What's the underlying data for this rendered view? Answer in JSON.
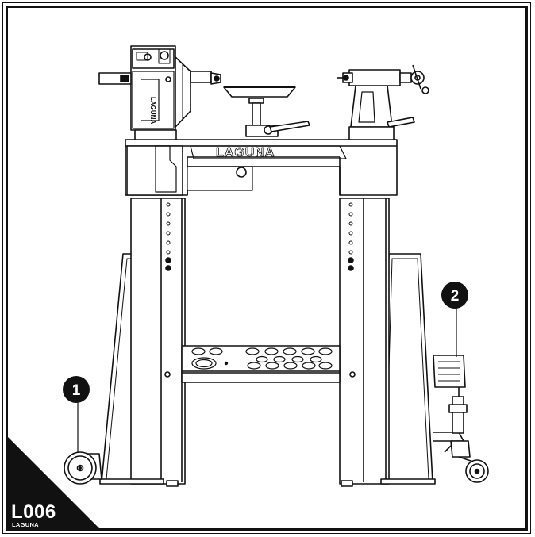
{
  "machine": {
    "brand_plate": "LAGUNA",
    "headstock_brand": "LAGUNA"
  },
  "callouts": [
    {
      "number": "1"
    },
    {
      "number": "2"
    }
  ],
  "corner_label": {
    "code": "L006",
    "brand": "LAGUNA"
  },
  "colors": {
    "line": "#111111",
    "callout_fill": "#111111",
    "callout_text": "#ffffff",
    "background": "#ffffff"
  }
}
